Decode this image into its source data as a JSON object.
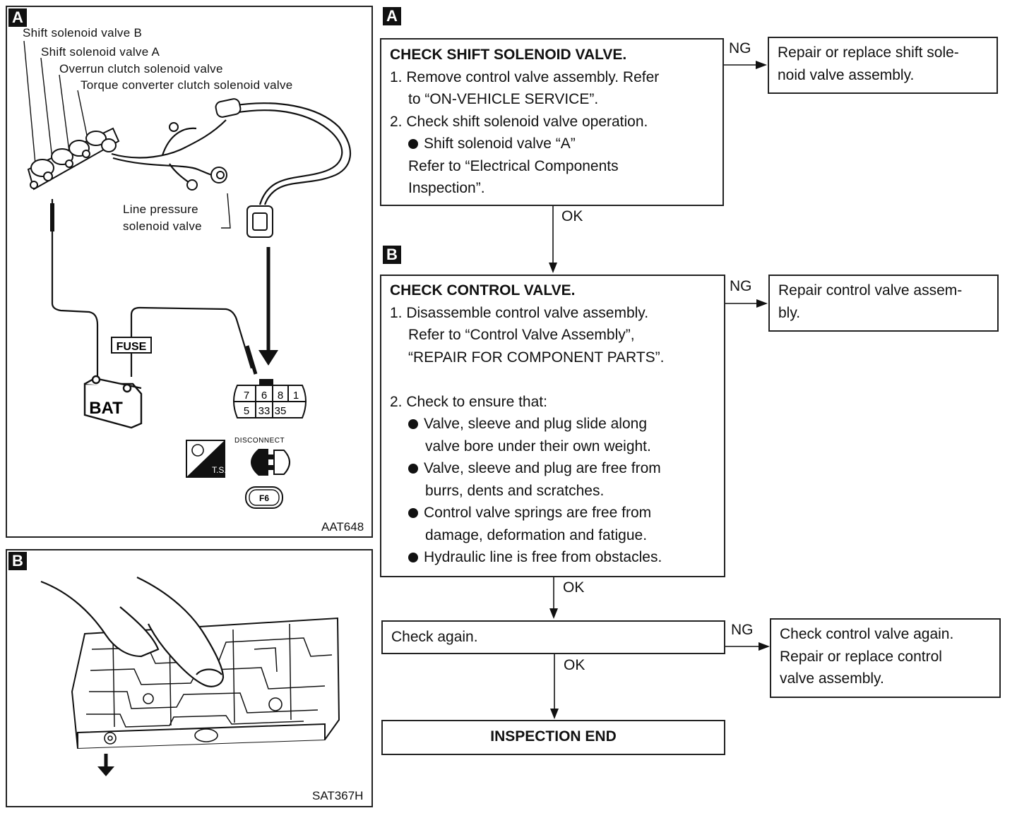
{
  "figure_a": {
    "tag": "A",
    "labels": {
      "shift_b": "Shift solenoid valve B",
      "shift_a": "Shift solenoid valve A",
      "overrun": "Overrun clutch solenoid valve",
      "torque": "Torque converter clutch solenoid valve",
      "line_pressure_1": "Line pressure",
      "line_pressure_2": "solenoid valve",
      "fuse": "FUSE",
      "bat": "BAT",
      "disconnect": "DISCONNECT",
      "ts": "T.S.",
      "f6": "F6"
    },
    "connector_pins_top": [
      "7",
      "6",
      "8",
      "1"
    ],
    "connector_pins_bottom": [
      "5",
      "33",
      "35"
    ],
    "code": "AAT648"
  },
  "figure_b": {
    "tag": "B",
    "code": "SAT367H"
  },
  "flow": {
    "step_a": {
      "tag": "A",
      "title": "CHECK SHIFT SOLENOID VALVE.",
      "l1": "1. Remove control valve assembly. Refer",
      "l2": "to “ON-VEHICLE SERVICE”.",
      "l3": "2. Check shift solenoid valve operation.",
      "l4": "Shift solenoid valve “A”",
      "l5": "Refer to “Electrical Components",
      "l6": "Inspection”."
    },
    "ng_a": "NG",
    "repair_a_1": "Repair or replace shift sole-",
    "repair_a_2": "noid valve assembly.",
    "ok_a": "OK",
    "step_b": {
      "tag": "B",
      "title": "CHECK CONTROL VALVE.",
      "l1": "1. Disassemble control valve assembly.",
      "l2": "Refer to “Control Valve Assembly”,",
      "l3": "“REPAIR FOR COMPONENT PARTS”.",
      "l4": "2. Check to ensure that:",
      "b1a": "Valve, sleeve and plug slide along",
      "b1b": "valve bore under their own weight.",
      "b2a": "Valve, sleeve and plug are free from",
      "b2b": "burrs, dents and scratches.",
      "b3a": "Control valve springs are free from",
      "b3b": "damage, deformation and fatigue.",
      "b4a": "Hydraulic line is free from obstacles."
    },
    "ng_b": "NG",
    "repair_b_1": "Repair control valve assem-",
    "repair_b_2": "bly.",
    "ok_b": "OK",
    "check_again": "Check again.",
    "ng_c": "NG",
    "repair_c_1": "Check control valve again.",
    "repair_c_2": "Repair or replace control",
    "repair_c_3": "valve assembly.",
    "ok_c": "OK",
    "end": "INSPECTION END"
  }
}
